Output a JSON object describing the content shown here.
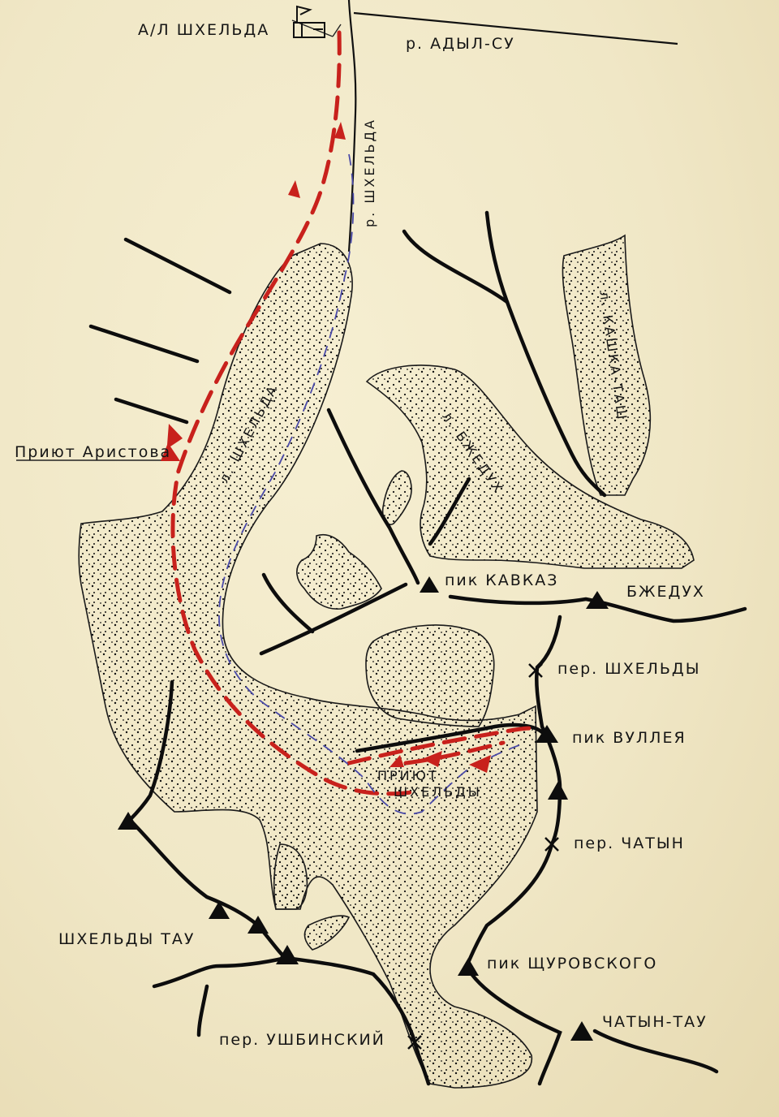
{
  "map": {
    "labels": {
      "alpcamp": "А/Л ШХЕЛЬДА",
      "river_adylsu": "р. АДЫЛ-СУ",
      "river_shkhelda": "р. ШХЕЛЬДА",
      "glacier_shkhelda": "л. ШХЕЛЬДА",
      "glacier_bzhedukh": "л. БЖЕДУХ",
      "glacier_kashkatash": "л. КАШКА-ТАШ",
      "hut_aristov": "Приют Аристова",
      "hut_shkhelda_1": "ПРИЮТ",
      "hut_shkhelda_2": "ШХЕЛЬДЫ",
      "peak_kavkaz": "пик КАВКАЗ",
      "peak_bzhedukh": "БЖЕДУХ",
      "pass_shkhelda": "пер. ШХЕЛЬДЫ",
      "peak_vulley": "пик ВУЛЛЕЯ",
      "pass_chatyn": "пер. ЧАТЫН",
      "peak_shkheldytau": "ШХЕЛЬДЫ ТАУ",
      "peak_shchurovsky": "пик ЩУРОВСКОГО",
      "pass_ushbinsky": "пер. УШБИНСКИЙ",
      "peak_chatyntau": "ЧАТЫН-ТАУ"
    },
    "colors": {
      "paper": "#f0e7c6",
      "ink": "#111111",
      "route_red": "#c8211c",
      "trail_blue": "#4a4aa8"
    }
  }
}
